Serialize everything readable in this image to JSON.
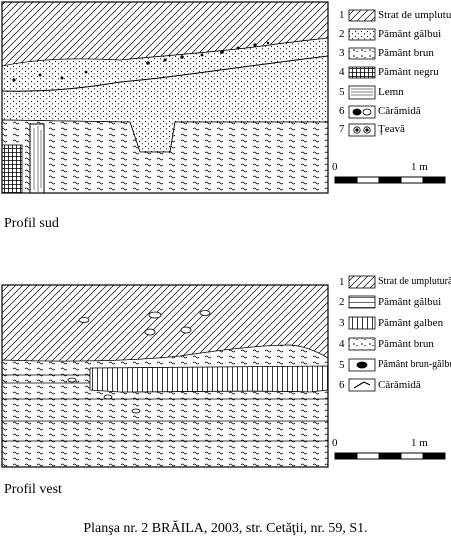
{
  "section_south": {
    "label": "Profil sud",
    "legend": [
      {
        "num": "1",
        "text": "Strat de umplutură",
        "pattern": "hatch"
      },
      {
        "num": "2",
        "text": "Pământ gălbui",
        "pattern": "dots"
      },
      {
        "num": "3",
        "text": "Pământ brun",
        "pattern": "brown"
      },
      {
        "num": "4",
        "text": "Pământ negru",
        "pattern": "grid"
      },
      {
        "num": "5",
        "text": "Lemn",
        "pattern": "wood"
      },
      {
        "num": "6",
        "text": "Cărămidă",
        "pattern": "brick"
      },
      {
        "num": "7",
        "text": "Ţeavă",
        "pattern": "pipe"
      }
    ],
    "scale": {
      "start": "0",
      "end": "1 m"
    }
  },
  "section_west": {
    "label": "Profil vest",
    "legend": [
      {
        "num": "1",
        "text": "Strat de umplutură",
        "pattern": "hatch"
      },
      {
        "num": "2",
        "text": "Pământ gălbui",
        "pattern": "hlines"
      },
      {
        "num": "3",
        "text": "Pământ galben",
        "pattern": "vlines"
      },
      {
        "num": "4",
        "text": "Pământ brun",
        "pattern": "brown"
      },
      {
        "num": "5",
        "text": "Pământ brun-gălbui",
        "pattern": "brownish"
      },
      {
        "num": "6",
        "text": "Cărămidă",
        "pattern": "brick"
      }
    ],
    "scale": {
      "start": "0",
      "end": "1 m"
    }
  },
  "caption": "Planşa nr. 2 BRĂILA, 2003, str. Cetăţii, nr. 59, S1."
}
